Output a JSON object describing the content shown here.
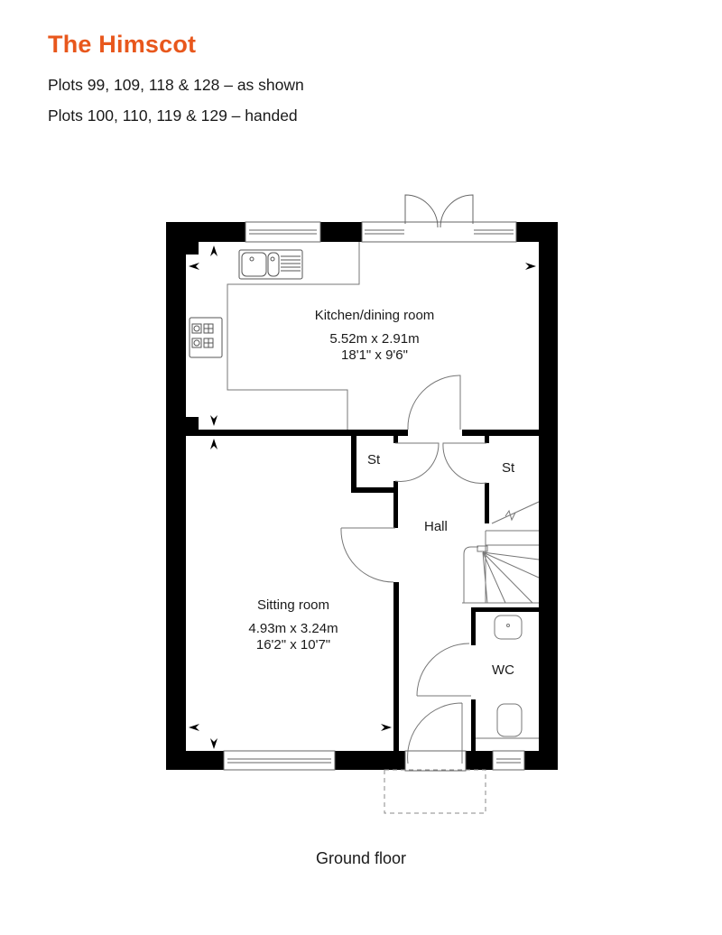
{
  "header": {
    "title": "The Himscot",
    "line1": "Plots 99, 109, 118 & 128 – as shown",
    "line2": "Plots 100, 110, 119 & 129 – handed"
  },
  "floor": {
    "caption": "Ground floor",
    "rooms": {
      "kitchen": {
        "name": "Kitchen/dining room",
        "metric": "5.52m x 2.91m",
        "imperial": "18'1\" x 9'6\""
      },
      "sitting": {
        "name": "Sitting room",
        "metric": "4.93m x 3.24m",
        "imperial": "16'2\" x 10'7\""
      },
      "hall": {
        "name": "Hall"
      },
      "store1": {
        "name": "St"
      },
      "store2": {
        "name": "St"
      },
      "wc": {
        "name": "WC"
      }
    }
  },
  "colors": {
    "brand": "#e8571c",
    "wall": "#000000",
    "line": "#555555"
  }
}
